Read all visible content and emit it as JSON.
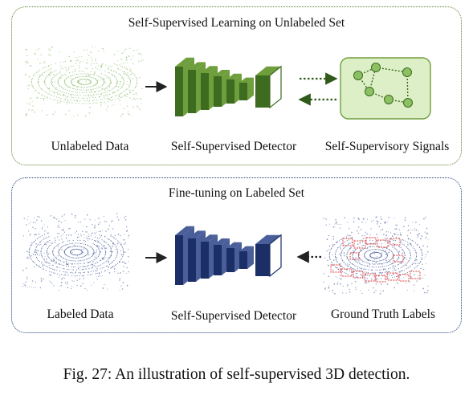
{
  "top_panel": {
    "title": "Self-Supervised Learning on Unlabeled Set",
    "unlabeled_data_label": "Unlabeled Data",
    "detector_label": "Self-Supervised Detector",
    "signals_label": "Self-Supervisory Signals"
  },
  "bottom_panel": {
    "title": "Fine-tuning on Labeled Set",
    "labeled_data_label": "Labeled Data",
    "detector_label": "Self-Supervised Detector",
    "ground_truth_label": "Ground Truth Labels"
  },
  "caption": "Fig. 27: An illustration of self-supervised 3D detection.",
  "colors": {
    "green_dark": "#3d6b1f",
    "green_light": "#6f9e3c",
    "green_fill": "#dcefc6",
    "navy_dark": "#1b2f66",
    "navy_light": "#4a5f99",
    "box_red": "#e23c3c",
    "point_green": "#7fb35a",
    "point_blue": "#3a4f8f"
  }
}
